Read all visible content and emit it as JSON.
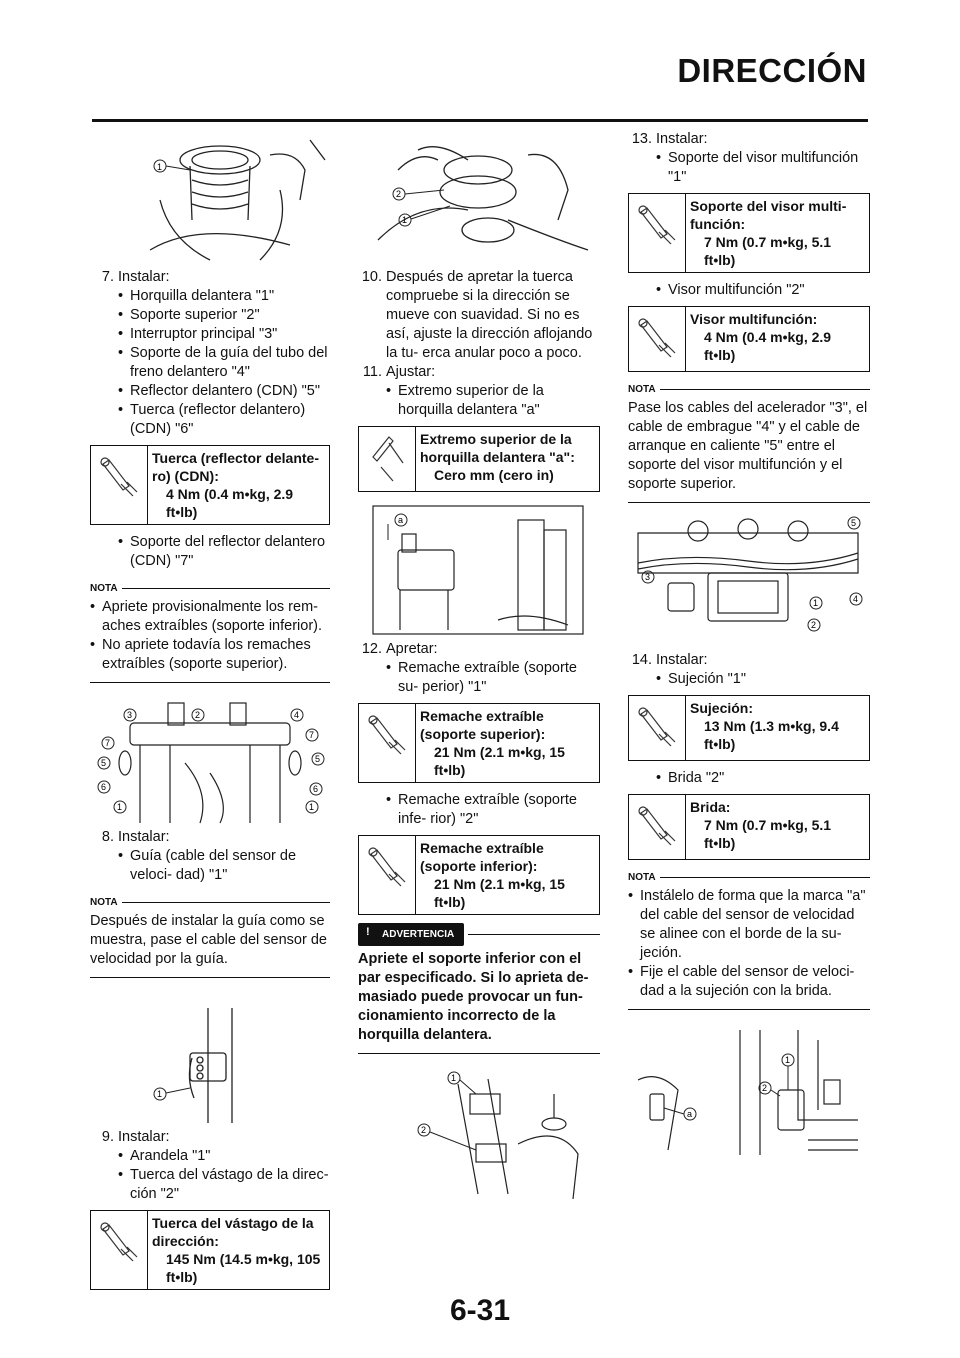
{
  "header": {
    "title": "DIRECCIÓN"
  },
  "page_number": "6-31",
  "col1": {
    "fig1_callouts": [
      "1"
    ],
    "step7": {
      "number": "7.",
      "title": "Instalar:",
      "items": [
        "Horquilla delantera \"1\"",
        "Soporte superior \"2\"",
        "Interruptor principal \"3\"",
        "Soporte de la guía del tubo del freno delantero \"4\"",
        "Reflector delantero (CDN) \"5\"",
        "Tuerca (reflector delantero) (CDN) \"6\""
      ]
    },
    "spec1": {
      "name": "Tuerca (reflector delante- ro) (CDN):",
      "value": "4 Nm (0.4 m•kg, 2.9 ft•lb)"
    },
    "step7_extra": "Soporte del reflector delantero (CDN) \"7\"",
    "nota1": {
      "label": "NOTA",
      "items": [
        "Apriete provisionalmente los rem- aches extraíbles (soporte inferior).",
        "No apriete todavía los remaches extraíbles (soporte superior)."
      ]
    },
    "fig2_callouts": [
      "3",
      "2",
      "4",
      "7",
      "7",
      "5",
      "5",
      "6",
      "6",
      "1",
      "1"
    ],
    "step8": {
      "number": "8.",
      "title": "Instalar:",
      "items": [
        "Guía (cable del sensor de veloci- dad) \"1\""
      ]
    },
    "nota2": {
      "label": "NOTA",
      "text": "Después de instalar la guía como se muestra, pase el cable del sensor de velocidad por la guía."
    },
    "fig3_callouts": [
      "1"
    ],
    "step9": {
      "number": "9.",
      "title": "Instalar:",
      "items": [
        "Arandela \"1\"",
        "Tuerca del vástago de la direc- ción \"2\""
      ]
    },
    "spec2": {
      "name": "Tuerca del vástago de la dirección:",
      "value": "145 Nm (14.5 m•kg, 105 ft•lb)"
    }
  },
  "col2": {
    "fig1_callouts": [
      "2",
      "1"
    ],
    "step10": {
      "number": "10.",
      "text": "Después de apretar la tuerca compruebe si la dirección se mueve con suavidad. Si no es así, ajuste la dirección aflojando la tu- erca anular poco a poco."
    },
    "step11": {
      "number": "11.",
      "title": "Ajustar:",
      "items": [
        "Extremo superior de la horquilla delantera \"a\""
      ]
    },
    "spec1": {
      "name": "Extremo superior de la horquilla delantera \"a\":",
      "value": "Cero mm (cero in)"
    },
    "fig2_callouts": [
      "a"
    ],
    "step12": {
      "number": "12.",
      "title": "Apretar:",
      "items": [
        "Remache extraíble (soporte su- perior) \"1\""
      ]
    },
    "spec2": {
      "name": "Remache extraíble (soporte superior):",
      "value": "21 Nm (2.1 m•kg, 15 ft•lb)"
    },
    "step12_extra": "Remache extraíble (soporte infe- rior) \"2\"",
    "spec3": {
      "name": "Remache extraíble (soporte inferior):",
      "value": "21 Nm (2.1 m•kg, 15 ft•lb)"
    },
    "warning": {
      "label": "ADVERTENCIA",
      "text": "Apriete el soporte inferior con el par especificado. Si lo aprieta de- masiado puede provocar un fun- cionamiento incorrecto de la horquilla delantera."
    },
    "fig3_callouts": [
      "1",
      "2"
    ]
  },
  "col3": {
    "step13": {
      "number": "13.",
      "title": "Instalar:",
      "items": [
        "Soporte del visor multifunción \"1\""
      ]
    },
    "spec1": {
      "name": "Soporte del visor multi- función:",
      "value": "7 Nm (0.7 m•kg, 5.1 ft•lb)"
    },
    "step13_extra": "Visor multifunción \"2\"",
    "spec2": {
      "name": "Visor multifunción:",
      "value": "4 Nm (0.4 m•kg, 2.9 ft•lb)"
    },
    "nota1": {
      "label": "NOTA",
      "text": "Pase los cables del acelerador \"3\", el cable de embrague \"4\" y el cable de arranque en caliente \"5\" entre el soporte del visor multifunción y el soporte superior."
    },
    "fig1_callouts": [
      "5",
      "3",
      "1",
      "4",
      "2"
    ],
    "step14": {
      "number": "14.",
      "title": "Instalar:",
      "items": [
        "Sujeción \"1\""
      ]
    },
    "spec3": {
      "name": "Sujeción:",
      "value": "13 Nm (1.3 m•kg, 9.4 ft•lb)"
    },
    "step14_extra": "Brida \"2\"",
    "spec4": {
      "name": "Brida:",
      "value": "7 Nm (0.7 m•kg, 5.1 ft•lb)"
    },
    "nota2": {
      "label": "NOTA",
      "items": [
        "Instálelo de forma que la marca \"a\" del cable del sensor de velocidad se alinee con el borde de la su- jeción.",
        "Fije el cable del sensor de veloci- dad a la sujeción con la brida."
      ]
    },
    "fig2_callouts": [
      "1",
      "2",
      "a"
    ]
  }
}
